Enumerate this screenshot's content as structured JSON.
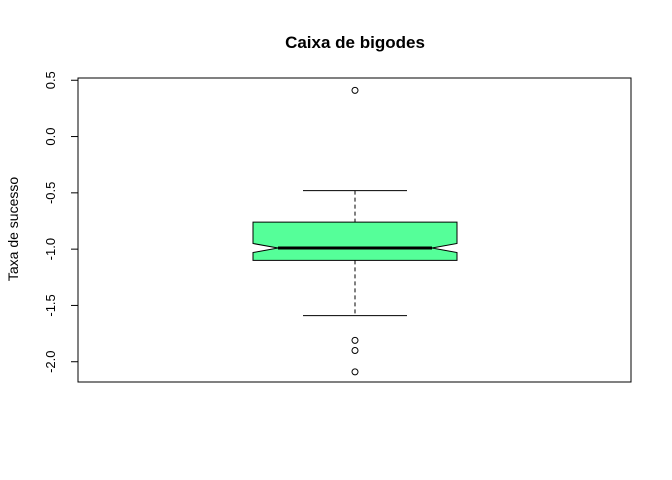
{
  "chart_data": {
    "type": "box",
    "title": "Caixa de bigodes",
    "xlabel": "",
    "ylabel": "Taxa de sucesso",
    "ylim": [
      -2.18,
      0.52
    ],
    "yticks": [
      0.5,
      0.0,
      -0.5,
      -1.0,
      -1.5,
      -2.0
    ],
    "ytick_labels": [
      "0.5",
      "0.0",
      "-0.5",
      "-1.0",
      "-1.5",
      "-2.0"
    ],
    "notched": true,
    "box": {
      "whisker_low": -1.59,
      "q1": -1.1,
      "median": -0.99,
      "q3": -0.76,
      "whisker_high": -0.48,
      "notch_low": -1.03,
      "notch_high": -0.95
    },
    "outliers": [
      0.41,
      -1.81,
      -1.9,
      -2.09
    ],
    "fill_color": "#55FF99",
    "grid": false
  }
}
